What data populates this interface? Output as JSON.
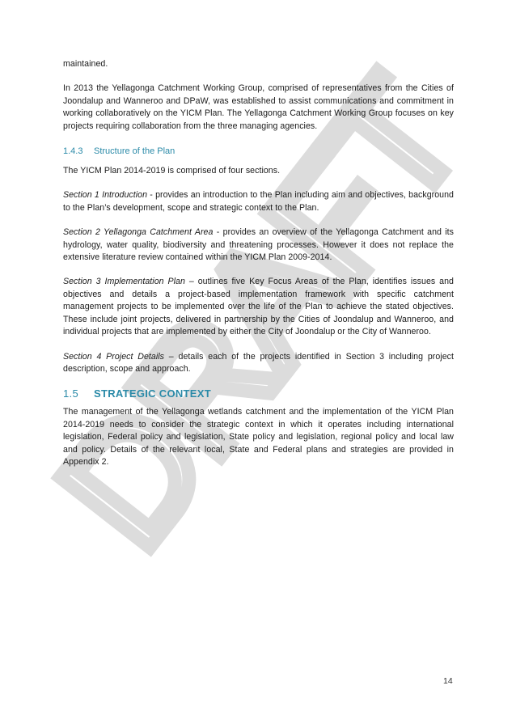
{
  "document": {
    "page_number": "14",
    "watermark": "DRAFT",
    "colors": {
      "heading": "#2a8aa8",
      "body_text": "#1a1a1a",
      "watermark": "#d9d9d9"
    },
    "paragraphs_intro": [
      "maintained.",
      "In 2013 the Yellagonga Catchment Working Group, comprised of representatives from the Cities of Joondalup and Wanneroo and DPaW, was established to assist communications and commitment in working collaboratively on the YICM Plan.  The Yellagonga Catchment Working Group focuses on key projects requiring collaboration from the three managing agencies."
    ],
    "section_1_4_3": {
      "number": "1.4.3",
      "title": "Structure of the Plan",
      "lead": "The YICM Plan 2014-2019 is comprised of four sections.",
      "items": [
        {
          "label": "Section 1 Introduction",
          "text": " - provides an introduction to the Plan including aim and objectives, background to the Plan’s development, scope and strategic context to the Plan."
        },
        {
          "label": "Section 2 Yellagonga Catchment Area",
          "text": " - provides an overview of the Yellagonga Catchment and its hydrology, water quality, biodiversity and threatening processes. However it does not replace the extensive literature review contained within the YICM Plan 2009-2014."
        },
        {
          "label": "Section 3 Implementation Plan",
          "text": " – outlines five Key Focus Areas of the Plan, identifies issues and objectives and details a project-based implementation framework with specific catchment management projects to be implemented over the life of the Plan to achieve the stated objectives. These include joint projects, delivered in partnership by the Cities of Joondalup and Wanneroo, and individual projects that are implemented by either the City of Joondalup or the City of Wanneroo."
        },
        {
          "label": "Section 4 Project Details",
          "text": " – details each of the projects identified in Section 3 including project description, scope and approach."
        }
      ]
    },
    "section_1_5": {
      "number": "1.5",
      "title": "STRATEGIC CONTEXT",
      "body": "The management of the Yellagonga wetlands catchment and the implementation of the YICM Plan 2014-2019 needs to consider the strategic context in which it operates including international legislation, Federal policy and legislation, State policy and legislation, regional policy and local law and policy. Details of the relevant local, State and Federal plans and strategies are provided in Appendix 2."
    }
  }
}
